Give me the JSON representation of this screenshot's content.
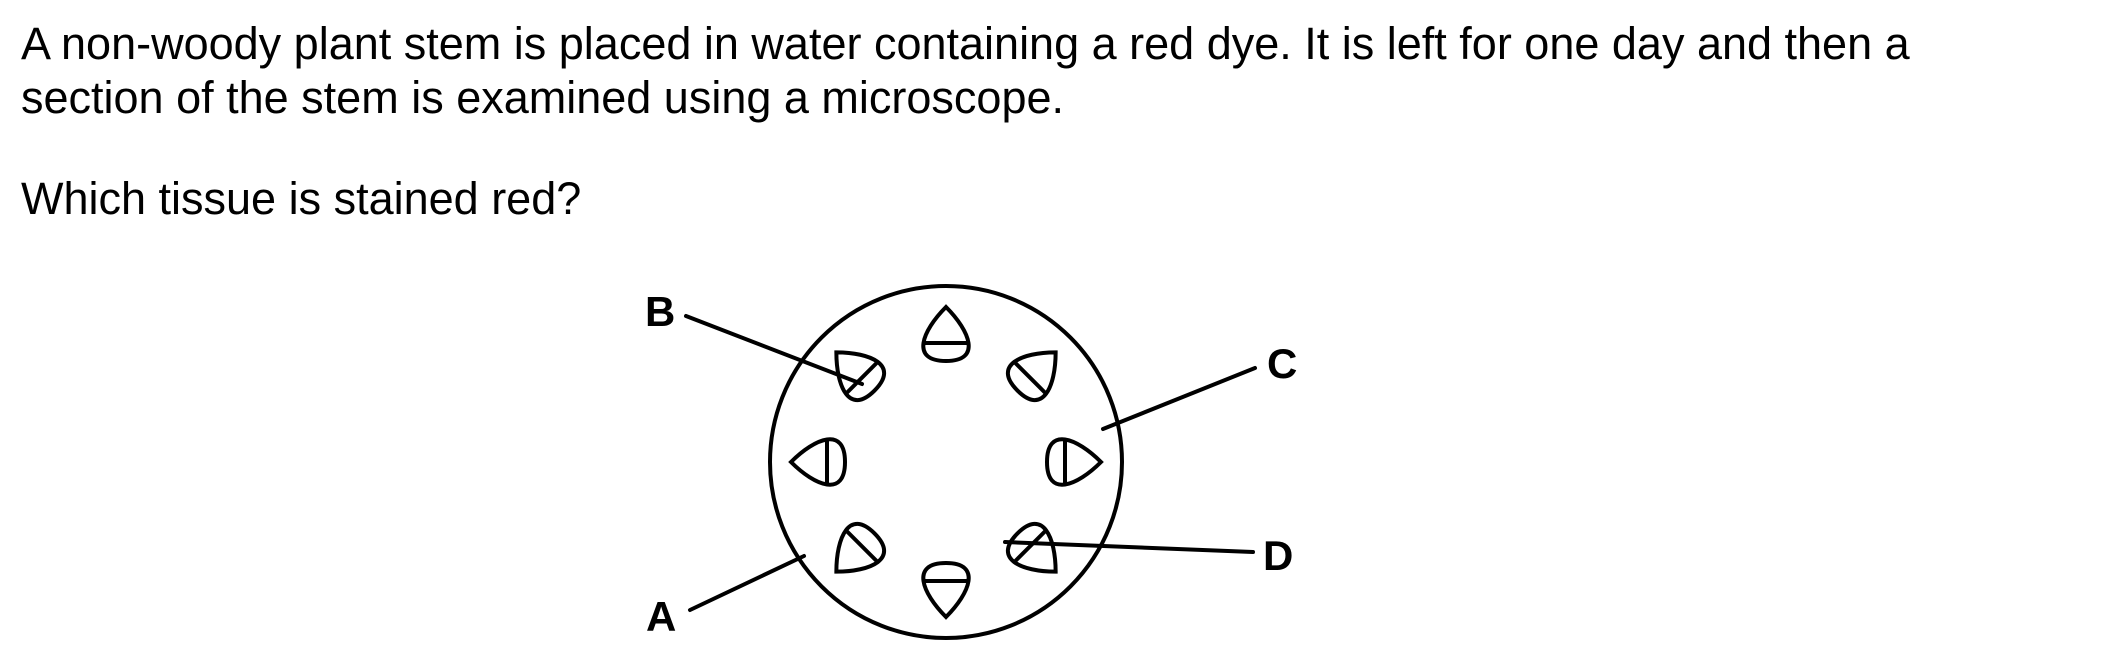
{
  "question": {
    "line_1": "A non-woody plant stem is placed in water containing a red dye. It is left for one day and then a",
    "line_2": "section of the stem is examined using a microscope.",
    "prompt": "Which tissue is stained red?"
  },
  "diagram": {
    "labels": {
      "a": "A",
      "b": "B",
      "c": "C",
      "d": "D"
    }
  }
}
